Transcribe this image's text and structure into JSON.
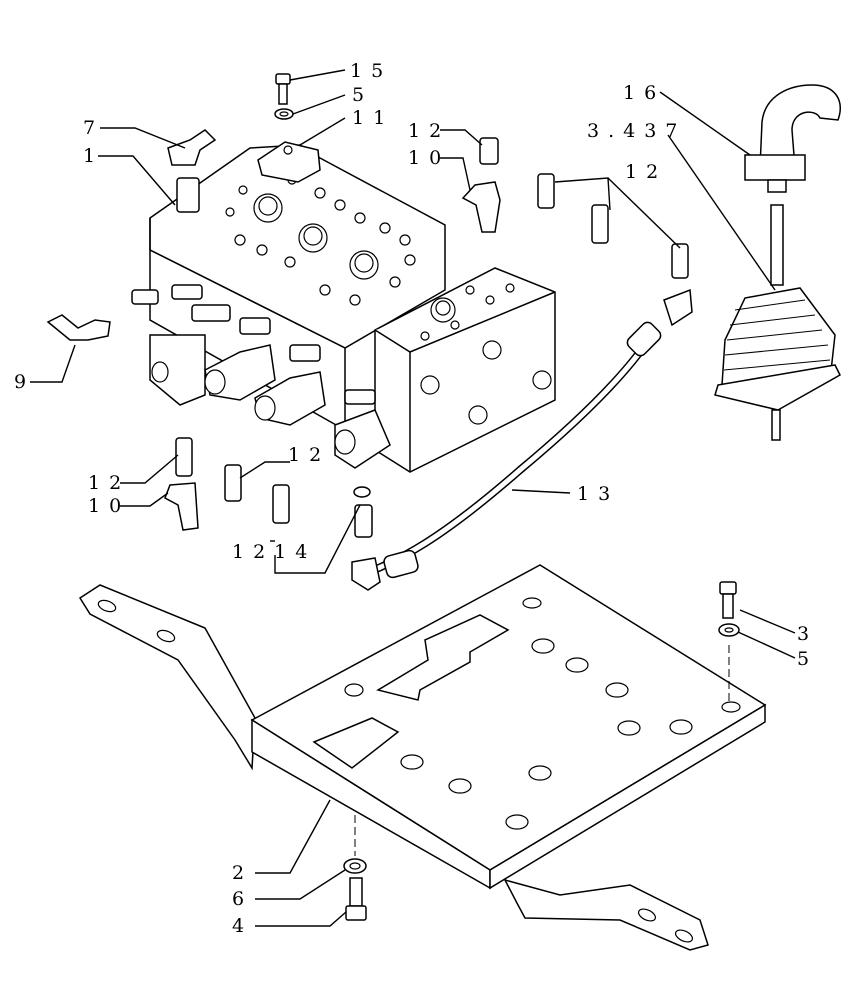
{
  "callouts": {
    "c15": "15",
    "c5a": "5",
    "c11": "11",
    "c7": "7",
    "c1": "1",
    "c12a": "12",
    "c10a": "10",
    "c16": "16",
    "c3437": "3.437",
    "c12b": "12",
    "c9": "9",
    "c12c": "12",
    "c10b": "10",
    "c12d": "12",
    "c13": "13",
    "c1214": "1214",
    "c3": "3",
    "c5b": "5",
    "c2": "2",
    "c6": "6",
    "c4": "4"
  }
}
